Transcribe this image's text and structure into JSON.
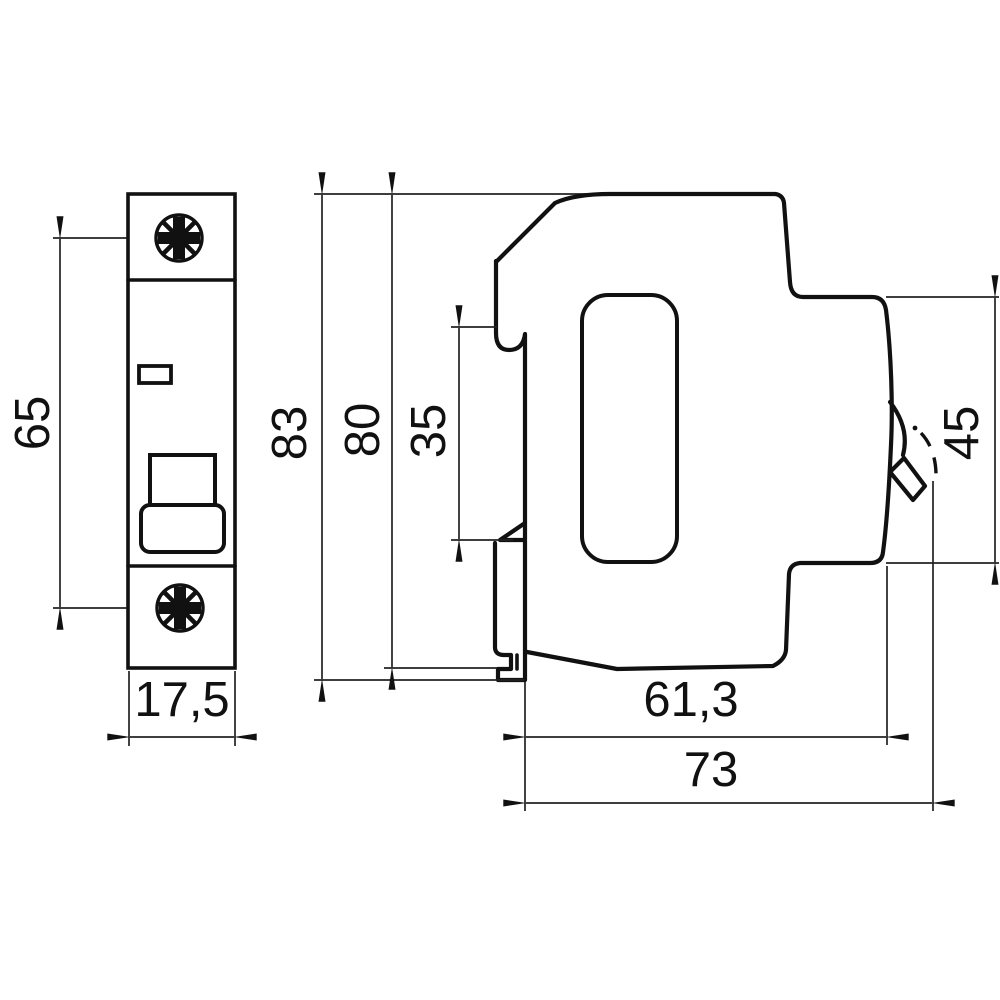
{
  "drawing": {
    "type": "technical-dimension-drawing",
    "subject": "modular circuit breaker, front and side orthographic views",
    "background_color": "#ffffff",
    "line_color": "#111111"
  },
  "front_view": {
    "screw_spacing": "65",
    "width": "17,5"
  },
  "side_view": {
    "overall_height": "83",
    "case_height": "80",
    "din_slot_height": "35",
    "front_face_height": "45",
    "case_depth": "61,3",
    "overall_depth": "73"
  }
}
